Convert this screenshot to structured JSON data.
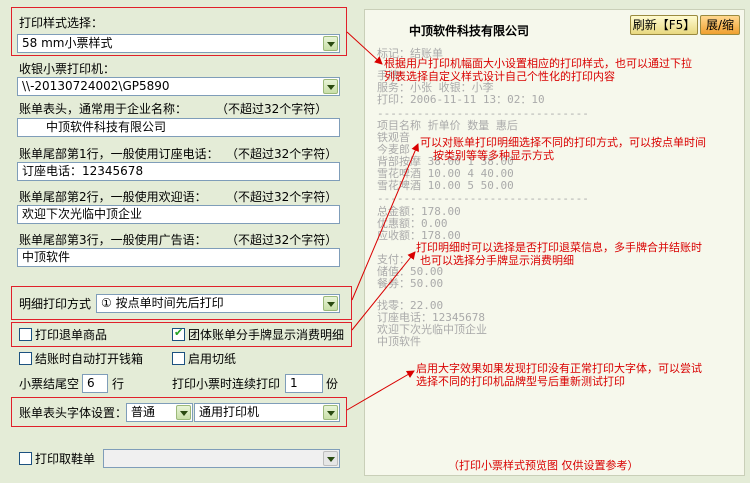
{
  "style_select": {
    "label": "打印样式选择：",
    "value": "58  mm小票样式"
  },
  "printer": {
    "label": "收银小票打印机：",
    "value": "\\\\-20130724002\\GP5890"
  },
  "header": {
    "label": "账单表头，通常用于企业名称：",
    "hint": "（不超过32个字符）",
    "value": "中顶软件科技有限公司"
  },
  "footer1": {
    "label": "账单尾部第1行，一般使用订座电话：",
    "hint": "（不超过32个字符）",
    "value": "订座电话：12345678"
  },
  "footer2": {
    "label": "账单尾部第2行，一般使用欢迎语：",
    "hint": "（不超过32个字符）",
    "value": "欢迎下次光临中顶企业"
  },
  "footer3": {
    "label": "账单尾部第3行，一般使用广告语：",
    "hint": "（不超过32个字符）",
    "value": "中顶软件"
  },
  "detail_print": {
    "label": "明细打印方式",
    "value": "① 按点单时间先后打印"
  },
  "options": {
    "print_refund": "打印退单商品",
    "group_bill": "团体账单分手牌显示消费明细",
    "open_drawer": "结账时自动打开钱箱",
    "auto_cut": "启用切纸"
  },
  "tail_blank": {
    "label": "小票结尾空",
    "value": "6",
    "unit": "行"
  },
  "continuous": {
    "label": "打印小票时连续打印",
    "value": "1",
    "unit": "份"
  },
  "font_setting": {
    "label": "账单表头字体设置：",
    "size": "普通",
    "printer_type": "通用打印机"
  },
  "shoe_slip": {
    "label": "打印取鞋单",
    "value": ""
  },
  "preview": {
    "title": "中顶软件科技有限公司",
    "refresh_label": "刷新【F5】",
    "expand_label": "展/缩",
    "receipt": [
      "标记：结账单",
      "手牌：",
      "服务：小张      收银：小李",
      "打印：2006-11-11 13：02：10",
      "--------------------------------",
      "项目名称    折单价 数量 惠后",
      "铁观音",
      "今麦郎",
      "背部按摩     38.00  1   38.00",
      "雪花啤酒     10.00  4   40.00",
      "雪花啤酒     10.00  5   50.00",
      "--------------------------------",
      "总金额：178.00",
      "优惠额：0.00",
      "应收额：178.00",
      "支付：",
      "              储值：50.00",
      "              餐券：50.00",
      "找零：22.00",
      "订座电话：12345678",
      "欢迎下次光临中顶企业",
      "中顶软件"
    ],
    "footer_note": "（打印小票样式预览图 仅供设置参考）"
  },
  "notes": {
    "n1_line1": "根据用户打印机幅面大小设置相应的打印样式，也可以通过下拉",
    "n1_line2": "列表选择自定义样式设计自己个性化的打印内容",
    "n2_line1": "可以对账单打印明细选择不同的打印方式，可以按点单时间",
    "n2_line2": "按类别等等多种显示方式",
    "n3_line1": "打印明细时可以选择是否打印退菜信息，多手牌合并结账时",
    "n3_line2": "也可以选择分手牌显示消费明细",
    "n4_line1": "启用大字效果如果发现打印没有正常打印大字体，可以尝试",
    "n4_line2": "选择不同的打印机品牌型号后重新测试打印"
  },
  "colors": {
    "note_red": "#d90000",
    "panel_bg": "#e4ecd7",
    "preview_bg": "#f6f8ec"
  }
}
